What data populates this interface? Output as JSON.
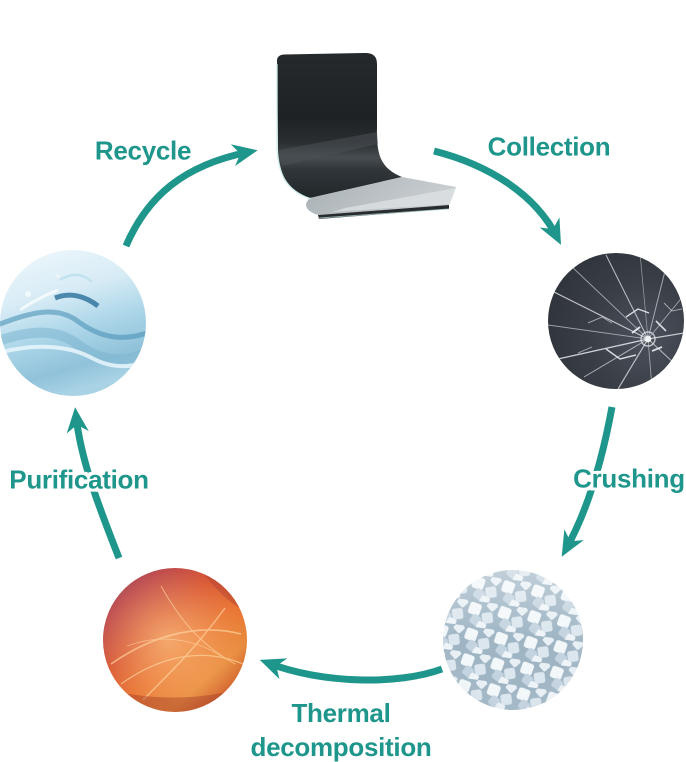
{
  "diagram": {
    "background": "#ffffff",
    "accent": "#1f968b",
    "labels": {
      "recycle": "Recycle",
      "collection": "Collection",
      "crushing": "Crushing",
      "thermal_decomposition": "Thermal decomposition",
      "purification": "Purification"
    },
    "nodes": [
      {
        "id": "sheet",
        "icon": "flexible-glass-sheet-image"
      },
      {
        "id": "broken_glass",
        "icon": "shattered-glass-photo"
      },
      {
        "id": "pellets",
        "icon": "crushed-white-pellets-photo"
      },
      {
        "id": "fire",
        "icon": "thermal-flame-photo"
      },
      {
        "id": "water",
        "icon": "purified-water-photo"
      }
    ],
    "arrows": [
      {
        "id": "recycle-arrow",
        "icon": "curved-arrow-icon"
      },
      {
        "id": "collection-arrow",
        "icon": "curved-arrow-icon"
      },
      {
        "id": "crushing-arrow",
        "icon": "curved-arrow-icon"
      },
      {
        "id": "thermal-arrow",
        "icon": "curved-arrow-icon"
      },
      {
        "id": "purification-arrow",
        "icon": "curved-arrow-icon"
      }
    ]
  }
}
